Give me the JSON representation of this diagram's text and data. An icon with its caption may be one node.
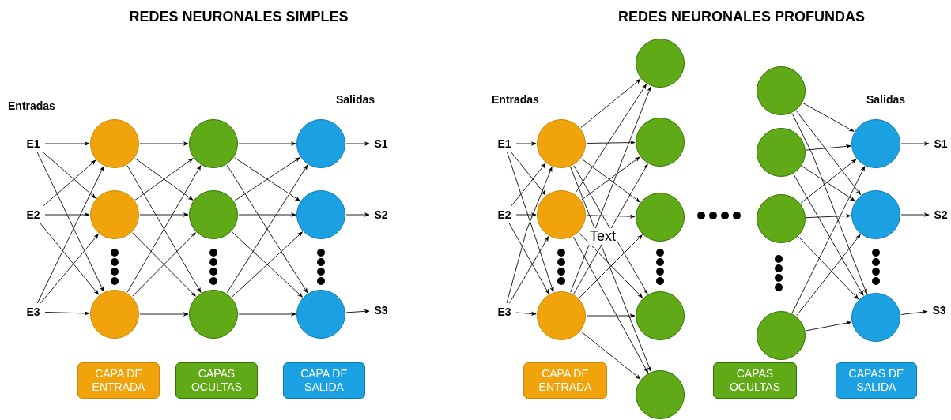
{
  "diagram": {
    "nodes": [
      {
        "text": [
          "E1"
        ]
      },
      {
        "text": [
          "E2"
        ]
      },
      {
        "text": [
          "E3"
        ]
      },
      {
        "text": [],
        "shape": "circle"
      },
      {
        "text": [],
        "shape": "circle"
      },
      {
        "text": [],
        "shape": "circle"
      },
      {
        "text": [],
        "shape": "circle"
      },
      {
        "text": [],
        "shape": "circle"
      },
      {
        "text": [],
        "shape": "circle"
      },
      {
        "text": [],
        "shape": "circle"
      },
      {
        "text": [],
        "shape": "circle"
      },
      {
        "text": [],
        "shape": "circle"
      },
      {
        "text": [
          "S1"
        ]
      },
      {
        "text": [
          "S2"
        ]
      },
      {
        "text": [
          "S3"
        ]
      },
      {
        "text": [
          "CAPA DE ENTRADA"
        ]
      },
      {
        "text": [
          "CAPAS OCULTAS"
        ]
      },
      {
        "text": [
          "CAPA DE SALIDA"
        ]
      },
      {
        "text": [
          "E1"
        ]
      },
      {
        "text": [
          "E2"
        ]
      },
      {
        "text": [
          "E3"
        ]
      },
      {
        "text": [],
        "shape": "circle"
      },
      {
        "text": [],
        "shape": "circle"
      },
      {
        "text": [],
        "shape": "circle"
      },
      {
        "text": [],
        "shape": "circle"
      },
      {
        "text": [],
        "shape": "circle"
      },
      {
        "text": [],
        "shape": "circle"
      },
      {
        "text": [],
        "shape": "circle"
      },
      {
        "text": [],
        "shape": "circle"
      },
      {
        "text": [],
        "shape": "circle"
      },
      {
        "text": [],
        "shape": "circle"
      },
      {
        "text": [],
        "shape": "circle"
      },
      {
        "text": [],
        "shape": "circle"
      },
      {
        "text": [],
        "shape": "circle"
      },
      {
        "text": [],
        "shape": "circle"
      },
      {
        "text": [],
        "shape": "circle"
      },
      {
        "text": [
          "S1"
        ]
      },
      {
        "text": [
          "S2"
        ]
      },
      {
        "text": [
          "S3"
        ]
      },
      {
        "text": [
          "CAPA DE ENTRADA"
        ]
      },
      {
        "text": [
          "CAPAS OCULTAS"
        ]
      },
      {
        "text": [
          "CAPAS DE SALIDA"
        ]
      }
    ],
    "edges": [
      {
        "from": 0,
        "to": 3,
        "arrow": "to"
      },
      {
        "from": 0,
        "to": 4,
        "arrow": "to"
      },
      {
        "from": 0,
        "to": 5,
        "arrow": "to"
      },
      {
        "from": 1,
        "to": 3,
        "arrow": "to"
      },
      {
        "from": 1,
        "to": 4,
        "arrow": "to"
      },
      {
        "from": 1,
        "to": 5,
        "arrow": "to"
      },
      {
        "from": 2,
        "to": 3,
        "arrow": "to"
      },
      {
        "from": 2,
        "to": 4,
        "arrow": "to"
      },
      {
        "from": 2,
        "to": 5,
        "arrow": "to"
      },
      {
        "from": 3,
        "to": 6,
        "arrow": "to"
      },
      {
        "from": 3,
        "to": 7,
        "arrow": "to"
      },
      {
        "from": 3,
        "to": 8,
        "arrow": "to"
      },
      {
        "from": 4,
        "to": 6,
        "arrow": "to"
      },
      {
        "from": 4,
        "to": 7,
        "arrow": "to"
      },
      {
        "from": 4,
        "to": 8,
        "arrow": "to"
      },
      {
        "from": 5,
        "to": 6,
        "arrow": "to"
      },
      {
        "from": 5,
        "to": 7,
        "arrow": "to"
      },
      {
        "from": 5,
        "to": 8,
        "arrow": "to"
      },
      {
        "from": 6,
        "to": 9,
        "arrow": "to"
      },
      {
        "from": 6,
        "to": 10,
        "arrow": "to"
      },
      {
        "from": 6,
        "to": 11,
        "arrow": "to"
      },
      {
        "from": 7,
        "to": 9,
        "arrow": "to"
      },
      {
        "from": 7,
        "to": 10,
        "arrow": "to"
      },
      {
        "from": 7,
        "to": 11,
        "arrow": "to"
      },
      {
        "from": 8,
        "to": 9,
        "arrow": "to"
      },
      {
        "from": 8,
        "to": 10,
        "arrow": "to"
      },
      {
        "from": 8,
        "to": 11,
        "arrow": "to"
      },
      {
        "from": 9,
        "to": 12,
        "arrow": "to"
      },
      {
        "from": 10,
        "to": 13,
        "arrow": "to"
      },
      {
        "from": 11,
        "to": 14,
        "arrow": "to"
      },
      {
        "from": 18,
        "to": 21,
        "arrow": "to"
      },
      {
        "from": 18,
        "to": 22,
        "arrow": "to"
      },
      {
        "from": 18,
        "to": 23,
        "arrow": "to"
      },
      {
        "from": 19,
        "to": 21,
        "arrow": "to"
      },
      {
        "from": 19,
        "to": 22,
        "arrow": "to"
      },
      {
        "from": 19,
        "to": 23,
        "arrow": "to"
      },
      {
        "from": 20,
        "to": 21,
        "arrow": "to"
      },
      {
        "from": 20,
        "to": 22,
        "arrow": "to"
      },
      {
        "from": 20,
        "to": 23,
        "arrow": "to"
      },
      {
        "from": 21,
        "to": 24,
        "arrow": "to"
      },
      {
        "from": 21,
        "to": 25,
        "arrow": "to"
      },
      {
        "from": 21,
        "to": 26,
        "arrow": "to"
      },
      {
        "from": 21,
        "to": 27,
        "arrow": "to"
      },
      {
        "from": 21,
        "to": 28,
        "arrow": "to"
      },
      {
        "from": 22,
        "to": 24,
        "arrow": "to"
      },
      {
        "from": 22,
        "to": 25,
        "arrow": "to"
      },
      {
        "from": 22,
        "to": 26,
        "arrow": "to"
      },
      {
        "from": 22,
        "to": 27,
        "arrow": "to"
      },
      {
        "from": 22,
        "to": 28,
        "arrow": "to"
      },
      {
        "from": 23,
        "to": 24,
        "arrow": "to"
      },
      {
        "from": 23,
        "to": 25,
        "arrow": "to"
      },
      {
        "from": 23,
        "to": 26,
        "arrow": "to"
      },
      {
        "from": 23,
        "to": 27,
        "arrow": "to"
      },
      {
        "from": 23,
        "to": 28,
        "arrow": "to"
      },
      {
        "from": 29,
        "to": 33,
        "arrow": "to"
      },
      {
        "from": 29,
        "to": 34,
        "arrow": "to"
      },
      {
        "from": 29,
        "to": 35,
        "arrow": "to"
      },
      {
        "from": 30,
        "to": 33,
        "arrow": "to"
      },
      {
        "from": 30,
        "to": 34,
        "arrow": "to"
      },
      {
        "from": 30,
        "to": 35,
        "arrow": "to"
      },
      {
        "from": 31,
        "to": 33,
        "arrow": "to"
      },
      {
        "from": 31,
        "to": 34,
        "arrow": "to"
      },
      {
        "from": 31,
        "to": 35,
        "arrow": "to"
      },
      {
        "from": 32,
        "to": 33,
        "arrow": "to"
      },
      {
        "from": 32,
        "to": 34,
        "arrow": "to"
      },
      {
        "from": 32,
        "to": 35,
        "arrow": "to"
      },
      {
        "from": 33,
        "to": 36,
        "arrow": "to"
      },
      {
        "from": 34,
        "to": 37,
        "arrow": "to"
      },
      {
        "from": 35,
        "to": 38,
        "arrow": "to"
      }
    ],
    "labels": [
      "REDES NEURONALES SIMPLES",
      "REDES NEURONALES PROFUNDAS",
      "Entradas",
      "Salidas",
      "Entradas",
      "Text",
      "Salidas"
    ]
  }
}
